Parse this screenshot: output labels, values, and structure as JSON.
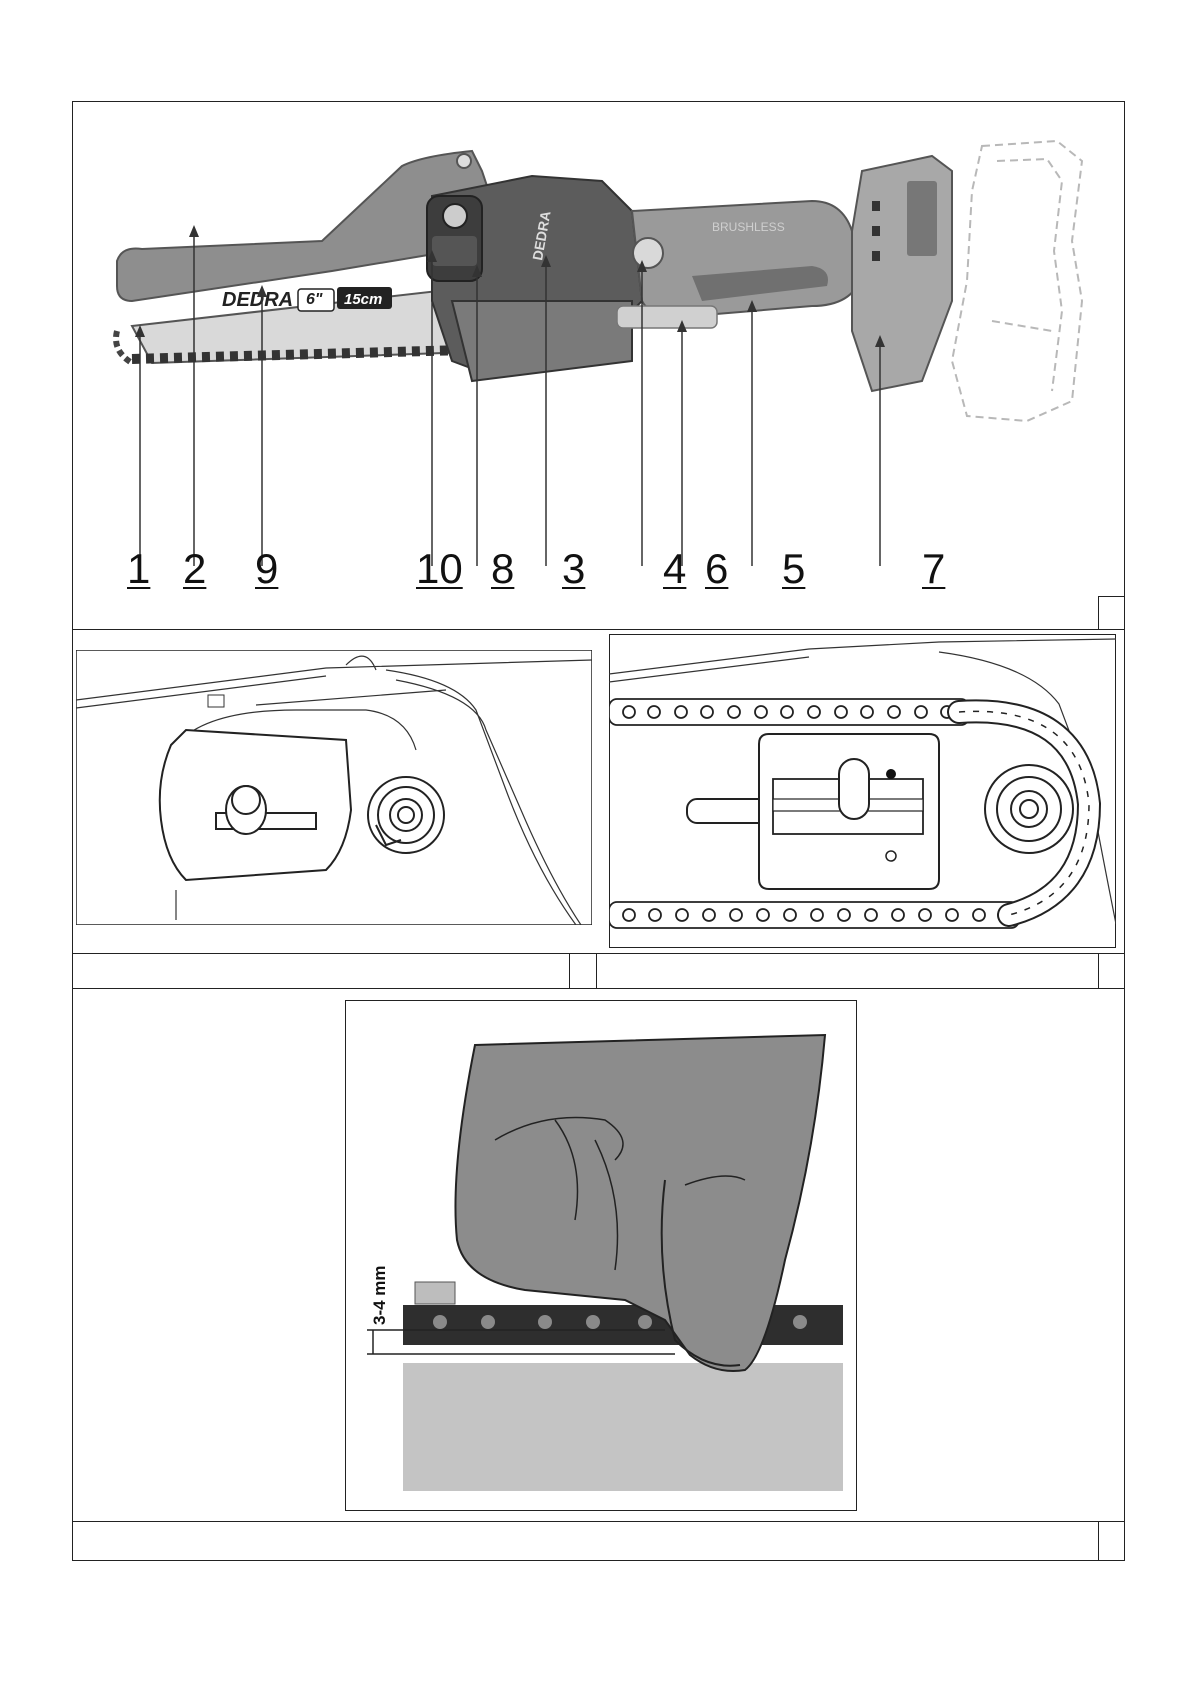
{
  "figure1": {
    "brand_label": "DEDRA",
    "size_inch_label": "6\"",
    "size_cm_label": "15cm",
    "motor_label": "BRUSHLESS",
    "callouts": [
      "1",
      "2",
      "9",
      "10",
      "8",
      "3",
      "4",
      "6",
      "5",
      "7"
    ]
  },
  "figure4": {
    "gap_label": "3-4 mm"
  }
}
